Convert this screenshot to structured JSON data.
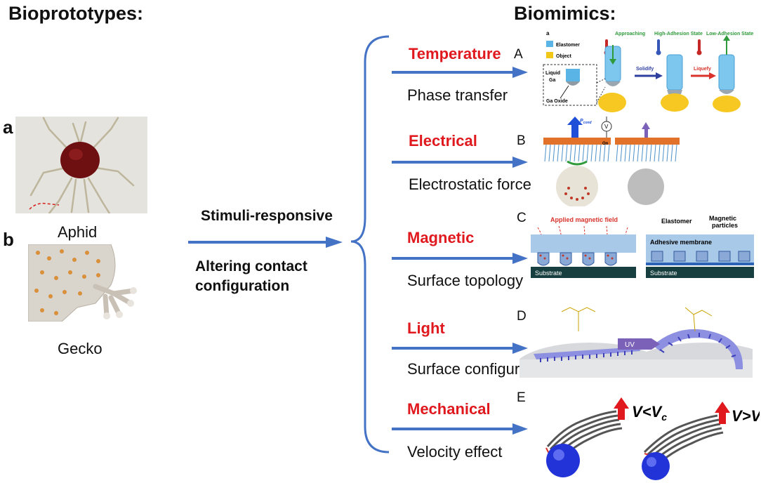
{
  "headings": {
    "left": "Bioprototypes:",
    "right": "Biomimics:"
  },
  "organisms": [
    {
      "letter": "a",
      "name": "Aphid"
    },
    {
      "letter": "b",
      "name": "Gecko"
    }
  ],
  "center": {
    "line1": "Stimuli-responsive",
    "line2": "Altering contact",
    "line3": "configuration"
  },
  "branches": [
    {
      "stimulus": "Temperature",
      "mechanism": "Phase transfer",
      "letter": "A"
    },
    {
      "stimulus": "Electrical",
      "mechanism": "Electrostatic force",
      "letter": "B"
    },
    {
      "stimulus": "Magnetic",
      "mechanism": "Surface topology",
      "letter": "C"
    },
    {
      "stimulus": "Light",
      "mechanism": "Surface configuration",
      "letter": "D"
    },
    {
      "stimulus": "Mechanical",
      "mechanism": "Velocity effect",
      "letter": "E"
    }
  ],
  "panel_a": {
    "tag": "a",
    "states": [
      "Approaching",
      "High-Adhesion State",
      "Low-Adhesion State"
    ],
    "legend": [
      "Elastomer",
      "Object"
    ],
    "inset": [
      "Liquid",
      "Ga",
      "Ga Oxide"
    ],
    "steps": [
      "Solidify",
      "Liquefy"
    ]
  },
  "panel_b": {
    "pcond_p": "P",
    "pcond_sub": "cond",
    "meter": "V",
    "switch": "On"
  },
  "panel_c": {
    "field": "Applied magnetic field",
    "elastomer": "Elastomer",
    "particles_1": "Magnetic",
    "particles_2": "particles",
    "membrane": "Adhesive membrane",
    "substrate": "Substrate"
  },
  "panel_d": {
    "uv": "UV"
  },
  "panel_e": {
    "left": {
      "v": "V",
      "op": "<",
      "vc": "V",
      "sub": "c"
    },
    "right": {
      "v": "V",
      "op": ">",
      "vc": "V",
      "sub": "c"
    }
  },
  "colors": {
    "arrow": "#4472c4",
    "stimulus": "#e0191f",
    "brace": "#4472c4"
  }
}
